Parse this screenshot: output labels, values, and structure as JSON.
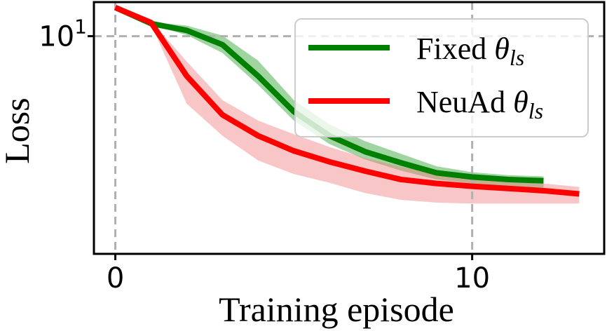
{
  "chart_data": {
    "type": "line",
    "xlabel": "Training episode",
    "ylabel": "Loss",
    "y_scale": "log",
    "xlim": [
      -0.6,
      13.7
    ],
    "ylim": [
      0.28,
      17.5
    ],
    "x_ticks": [
      {
        "value": 0,
        "label": "0"
      },
      {
        "value": 10,
        "label": "10"
      }
    ],
    "y_ticks": [
      {
        "value": 10,
        "label": "10",
        "exponent": "1"
      }
    ],
    "grid": true,
    "legend_position": "top-right",
    "series": [
      {
        "name": "Fixed θls",
        "legend_base": "Fixed ",
        "legend_symbol": "θ",
        "legend_sub": "ls",
        "color": "#008000",
        "band_color": "#2ca02c",
        "x": [
          0,
          1,
          2,
          3,
          4,
          5,
          6,
          7,
          8,
          9,
          10,
          11,
          12
        ],
        "y": [
          16.0,
          12.3,
          11.0,
          8.7,
          5.2,
          2.9,
          1.95,
          1.5,
          1.25,
          1.06,
          0.99,
          0.95,
          0.93
        ],
        "upper": [
          16.0,
          12.6,
          11.9,
          10.1,
          6.7,
          3.5,
          2.35,
          1.78,
          1.45,
          1.18,
          1.07,
          1.02,
          1.0
        ],
        "lower": [
          16.0,
          12.0,
          10.2,
          7.6,
          4.5,
          2.5,
          1.7,
          1.32,
          1.1,
          0.95,
          0.89,
          0.85,
          0.82
        ]
      },
      {
        "name": "NeuAd θls",
        "legend_base": "NeuAd ",
        "legend_symbol": "θ",
        "legend_sub": "ls",
        "color": "#ff0000",
        "band_color": "#f08080",
        "x": [
          0,
          1,
          2,
          3,
          4,
          5,
          6,
          7,
          8,
          9,
          10,
          11,
          12,
          13
        ],
        "y": [
          16.0,
          12.5,
          5.2,
          2.75,
          1.95,
          1.52,
          1.27,
          1.09,
          0.95,
          0.89,
          0.85,
          0.82,
          0.79,
          0.75
        ],
        "upper": [
          16.0,
          12.9,
          6.6,
          3.5,
          2.5,
          2.0,
          1.62,
          1.35,
          1.17,
          1.06,
          0.98,
          0.93,
          0.89,
          0.84
        ],
        "lower": [
          16.0,
          12.1,
          3.3,
          1.95,
          1.3,
          1.04,
          0.9,
          0.76,
          0.68,
          0.65,
          0.64,
          0.64,
          0.64,
          0.64
        ]
      }
    ]
  }
}
